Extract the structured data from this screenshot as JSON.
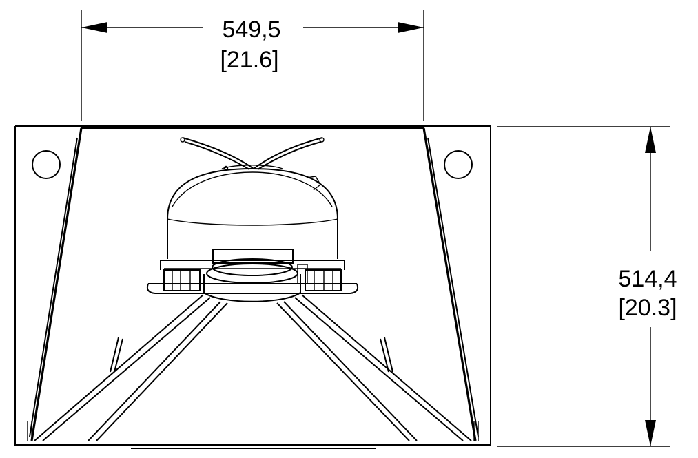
{
  "dimensions": {
    "width": {
      "metric": "549,5",
      "imperial": "[21.6]"
    },
    "height": {
      "metric": "514,4",
      "imperial": "[20.3]"
    }
  }
}
